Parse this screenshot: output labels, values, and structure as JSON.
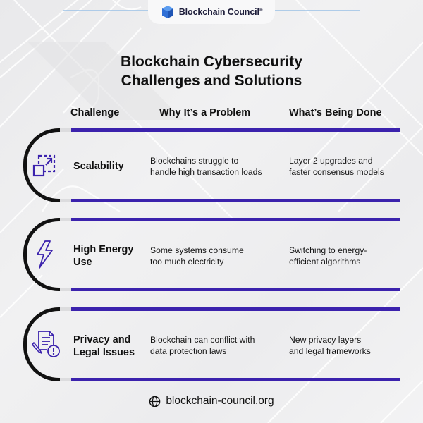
{
  "header": {
    "brand": "Blockchain Council",
    "registered_mark": "®",
    "logo_icon": "blue-cube-icon",
    "logo_color": "#2f6fd6"
  },
  "title": {
    "line1": "Blockchain Cybersecurity",
    "line2": "Challenges and Solutions"
  },
  "columns": {
    "challenge": "Challenge",
    "why": "Why It’s a Problem",
    "done": "What’s Being Done"
  },
  "rows": [
    {
      "icon": "scalability-icon",
      "challenge_line1": "Scalability",
      "challenge_line2": "",
      "why_line1": "Blockchains struggle to",
      "why_line2": "handle high transaction loads",
      "done_line1": "Layer 2 upgrades and",
      "done_line2": "faster consensus models"
    },
    {
      "icon": "lightning-icon",
      "challenge_line1": "High Energy",
      "challenge_line2": "Use",
      "why_line1": "Some systems consume",
      "why_line2": "too much electricity",
      "done_line1": "Switching to energy-",
      "done_line2": "efficient algorithms"
    },
    {
      "icon": "document-warning-icon",
      "challenge_line1": "Privacy and",
      "challenge_line2": "Legal Issues",
      "why_line1": "Blockchain can conflict with",
      "why_line2": "data protection laws",
      "done_line1": "New privacy layers",
      "done_line2": "and legal frameworks"
    }
  ],
  "footer": {
    "icon": "globe-icon",
    "url": "blockchain-council.org"
  },
  "colors": {
    "accent_purple": "#3b22ad",
    "bracket_black": "#111111",
    "background": "#ededef"
  }
}
